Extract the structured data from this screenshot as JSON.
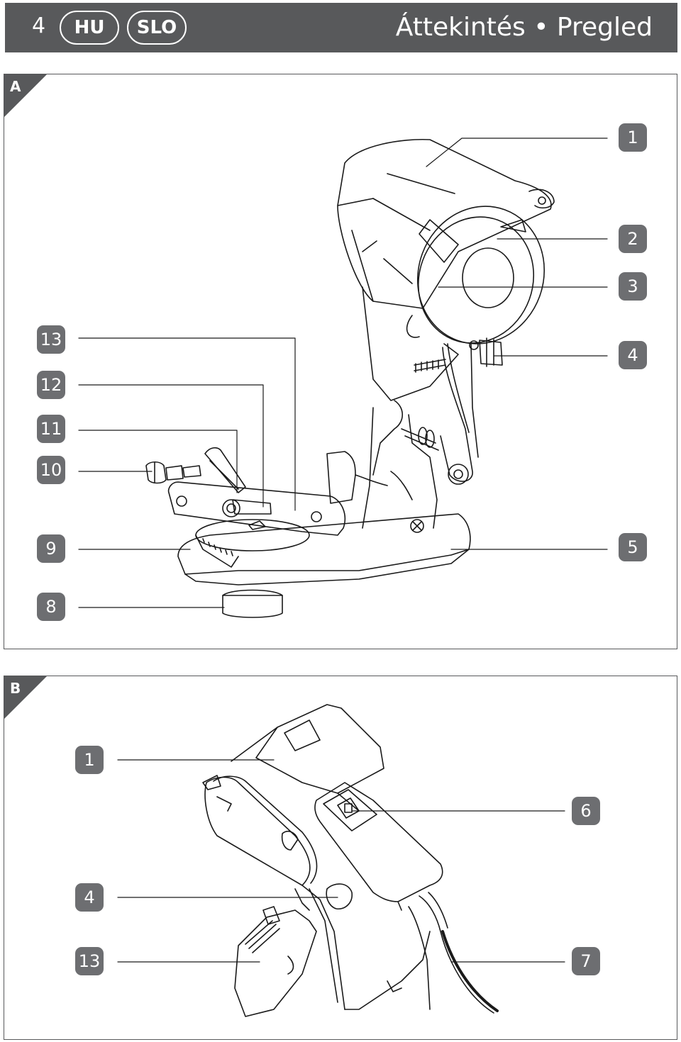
{
  "header": {
    "page_number": "4",
    "languages": [
      "HU",
      "SLO"
    ],
    "title": "Áttekintés • Pregled",
    "background_color": "#58595b"
  },
  "panel_a": {
    "letter": "A",
    "callouts": {
      "c1": "1",
      "c2": "2",
      "c3": "3",
      "c4": "4",
      "c5": "5",
      "c8": "8",
      "c9": "9",
      "c10": "10",
      "c11": "11",
      "c12": "12",
      "c13": "13"
    }
  },
  "panel_b": {
    "letter": "B",
    "callouts": {
      "c1": "1",
      "c4": "4",
      "c6": "6",
      "c7": "7",
      "c13": "13"
    }
  },
  "colors": {
    "callout_fill": "#6d6e71",
    "border": "#58595b",
    "line_art": "#1a1a1a"
  }
}
